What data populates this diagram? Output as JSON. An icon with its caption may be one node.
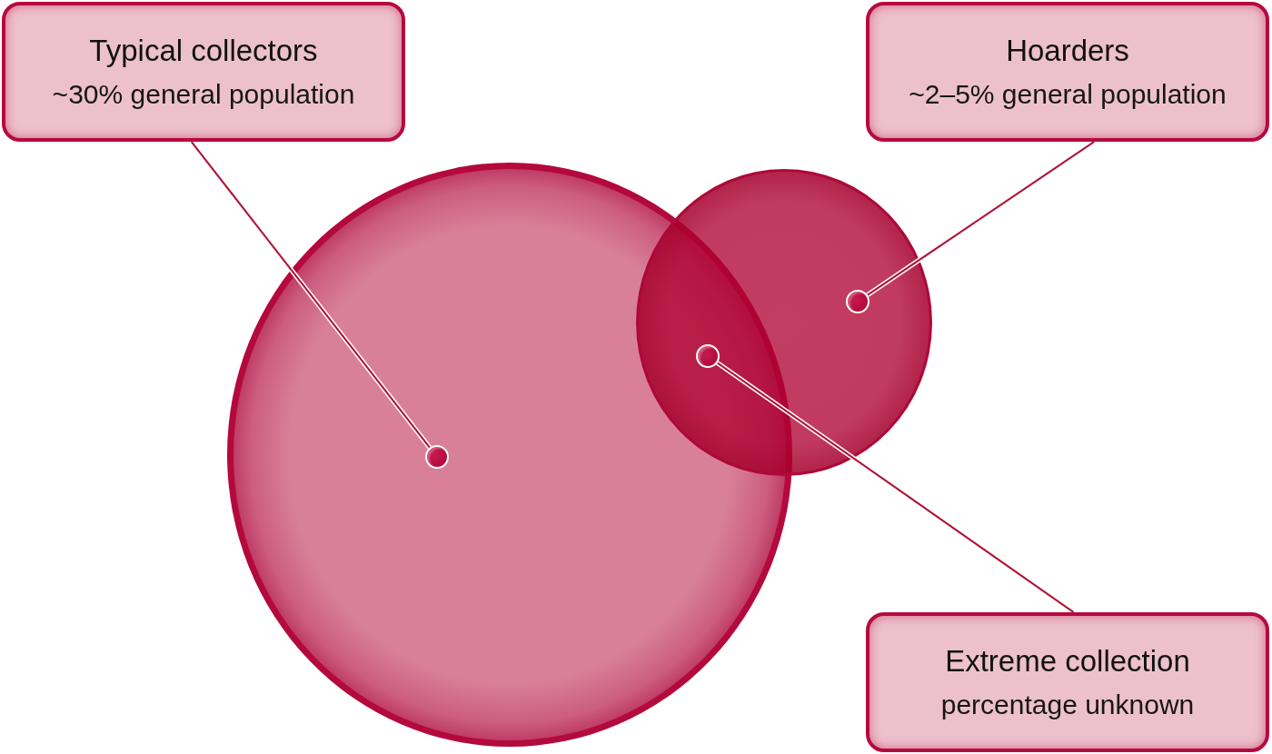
{
  "diagram": {
    "nodes": [
      {
        "text": [
          "Typical collectors",
          "~30% general population"
        ]
      },
      {
        "text": [
          "Hoarders",
          "~2–5% general population"
        ]
      },
      {
        "text": [],
        "shape": "circle"
      },
      {
        "text": [],
        "shape": "dot",
        "in": 2
      },
      {
        "text": [],
        "shape": "circle"
      },
      {
        "text": [],
        "shape": "dot",
        "in": 4
      },
      {
        "text": [],
        "shape": "dot"
      },
      {
        "text": [
          "Extreme collection",
          "percentage unknown"
        ]
      }
    ],
    "edges": [
      {
        "from": 0,
        "to": 3,
        "arrow": "none"
      },
      {
        "from": 1,
        "to": 5,
        "arrow": "none"
      },
      {
        "from": 7,
        "to": 6,
        "arrow": "none"
      }
    ]
  }
}
